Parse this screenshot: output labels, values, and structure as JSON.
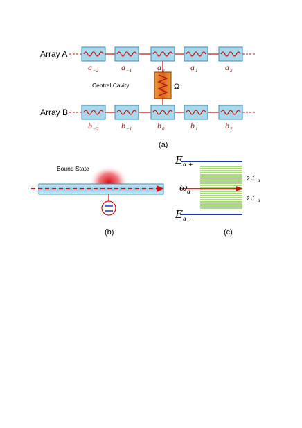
{
  "panel_a": {
    "array_a_label": "Array A",
    "array_b_label": "Array B",
    "central_cavity_label": "Central Cavity",
    "omega_label": "Ω",
    "caption": "(a)",
    "a_sites": [
      {
        "base": "a",
        "sub": "−2"
      },
      {
        "base": "a",
        "sub": "−1"
      },
      {
        "base": "a",
        "sub": "0"
      },
      {
        "base": "a",
        "sub": "1"
      },
      {
        "base": "a",
        "sub": "2"
      }
    ],
    "b_sites": [
      {
        "base": "b",
        "sub": "−2"
      },
      {
        "base": "b",
        "sub": "−1"
      },
      {
        "base": "b",
        "sub": "0"
      },
      {
        "base": "b",
        "sub": "1"
      },
      {
        "base": "b",
        "sub": "2"
      }
    ]
  },
  "panel_b": {
    "bound_state_label": "Bound State",
    "caption": "(b)"
  },
  "panel_c": {
    "e_plus_base": "E",
    "e_plus_sub": "α +",
    "e_minus_base": "E",
    "e_minus_sub": "α −",
    "omega_base": "ω",
    "omega_sub": "α",
    "coupling_top": "2 J",
    "coupling_top_sub": "α",
    "coupling_bottom": "2 J",
    "coupling_bottom_sub": "α",
    "caption": "(c)"
  },
  "colors": {
    "resonator_fill": "#a9d7ea",
    "resonator_stroke": "#3b8bbf",
    "wave": "#cc1111",
    "central_fill": "#e07a18",
    "band_green": "#8fd14f",
    "band_blue": "#2233bb"
  }
}
